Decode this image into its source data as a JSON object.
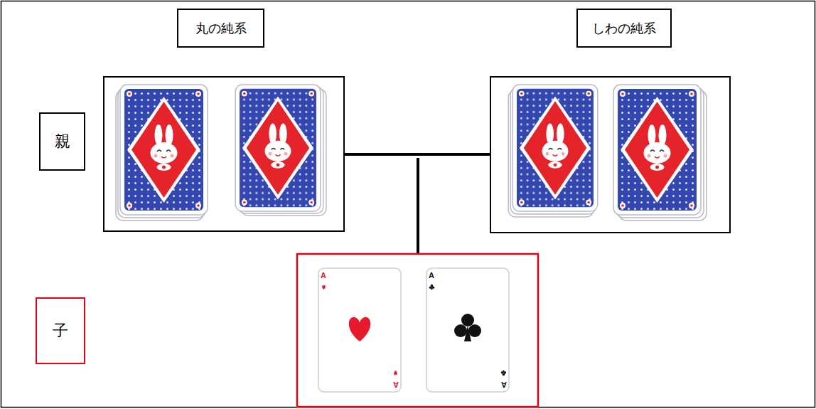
{
  "diagram": {
    "nodes": [
      {
        "text": [
          "丸の純系"
        ]
      },
      {
        "text": [
          "しわの純系"
        ]
      },
      {
        "text": [
          "親"
        ]
      },
      {
        "text": [
          "子"
        ]
      }
    ],
    "labels": [
      "A",
      "A",
      "A",
      "A"
    ]
  }
}
